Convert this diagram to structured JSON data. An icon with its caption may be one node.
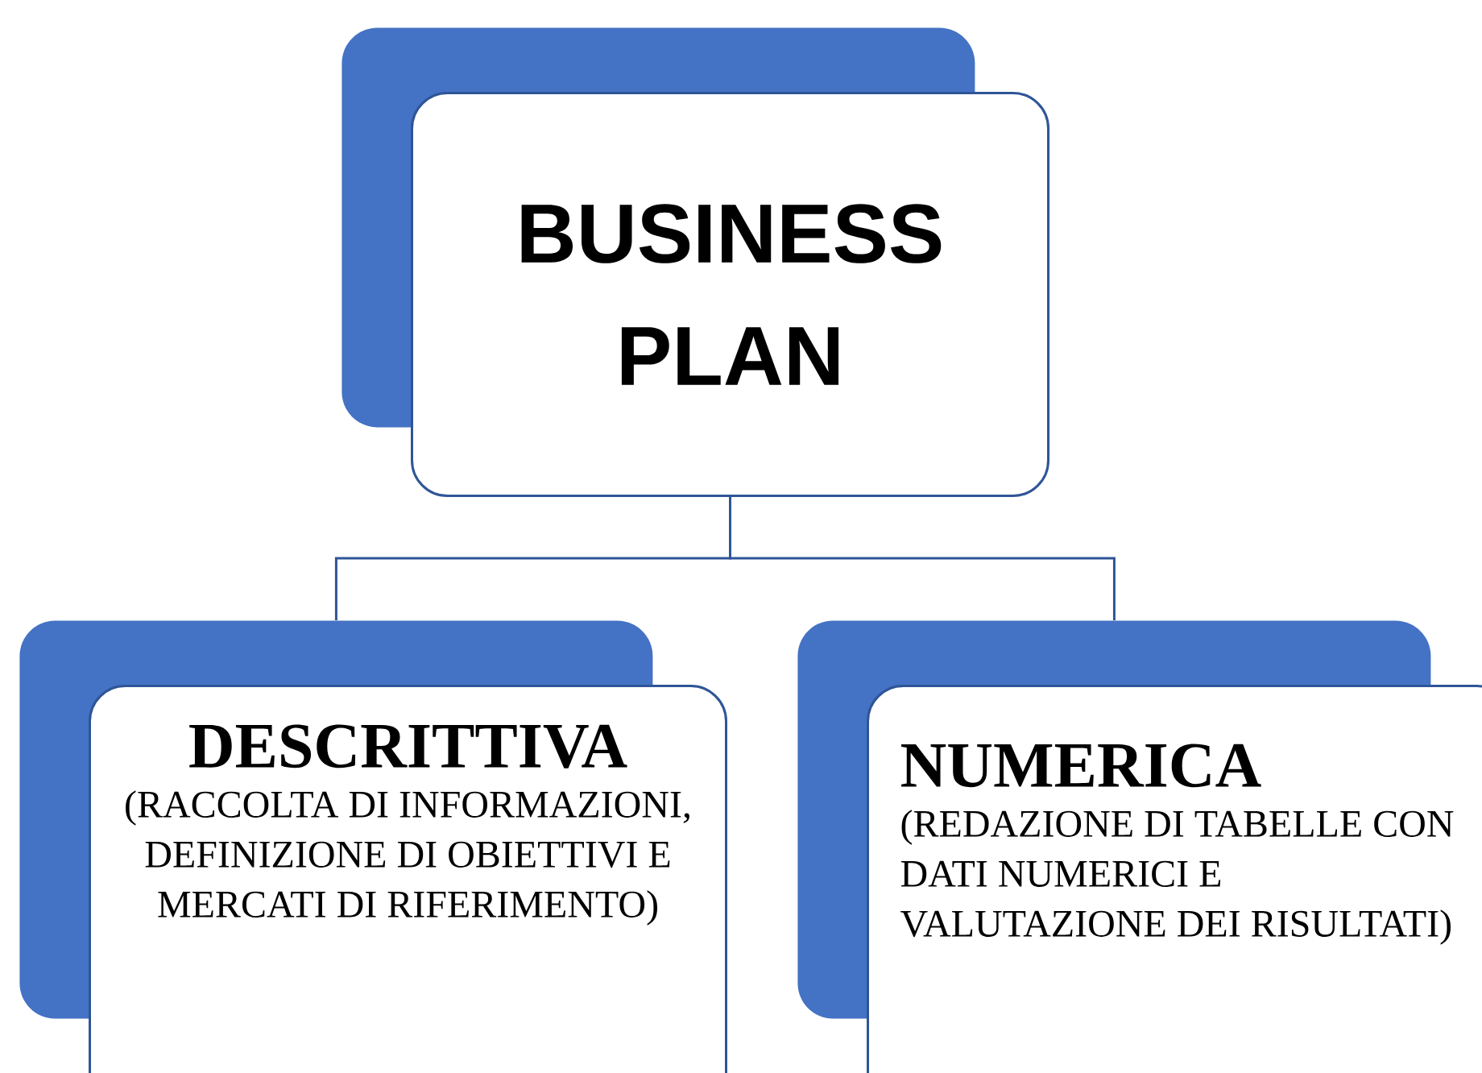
{
  "diagram": {
    "nodes": [
      {
        "text": [
          "BUSINESS PLAN"
        ]
      },
      {
        "text": [
          "DESCRITTIVA",
          "(RACCOLTA DI INFORMAZIONI, DEFINIZIONE DI OBIETTIVI E MERCATI DI RIFERIMENTO)"
        ]
      },
      {
        "text": [
          "NUMERICA",
          "(REDAZIONE DI TABELLE CON DATI NUMERICI E VALUTAZIONE DEI RISULTATI)"
        ]
      }
    ],
    "edges": [
      {
        "from": 0,
        "to": 1,
        "arrow": "none"
      },
      {
        "from": 0,
        "to": 2,
        "arrow": "none"
      }
    ]
  }
}
